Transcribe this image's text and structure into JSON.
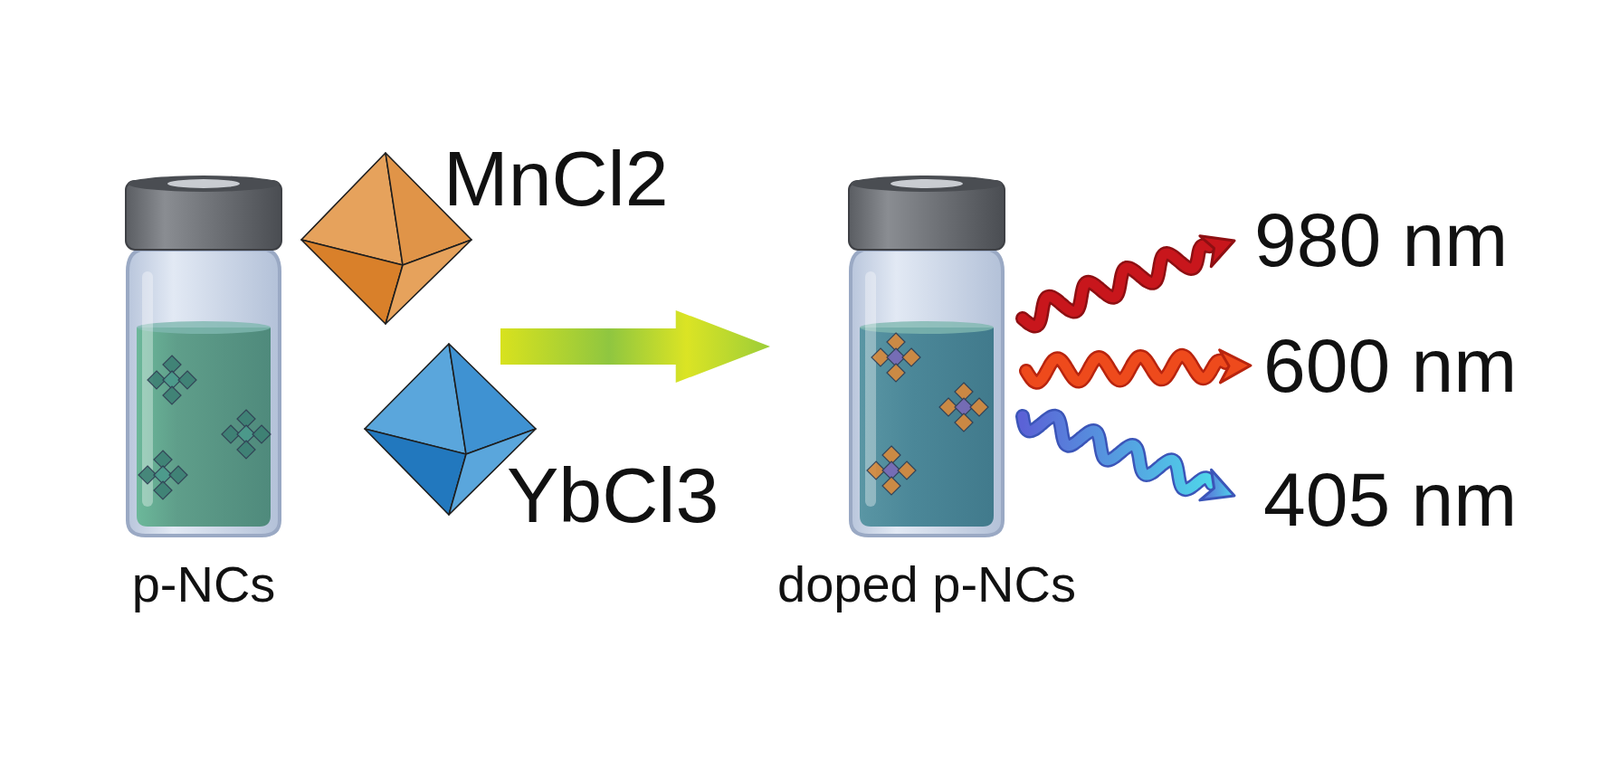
{
  "diagram": {
    "nodes": [
      {
        "text": [
          "p-NCs"
        ]
      },
      {
        "text": [
          "doped p-NCs"
        ]
      }
    ],
    "edges": [
      {
        "from": 0,
        "to": 1,
        "arrow": "to"
      }
    ],
    "labels": [
      "MnCl2",
      "YbCl3",
      "980 nm",
      "600 nm",
      "405 nm"
    ]
  }
}
